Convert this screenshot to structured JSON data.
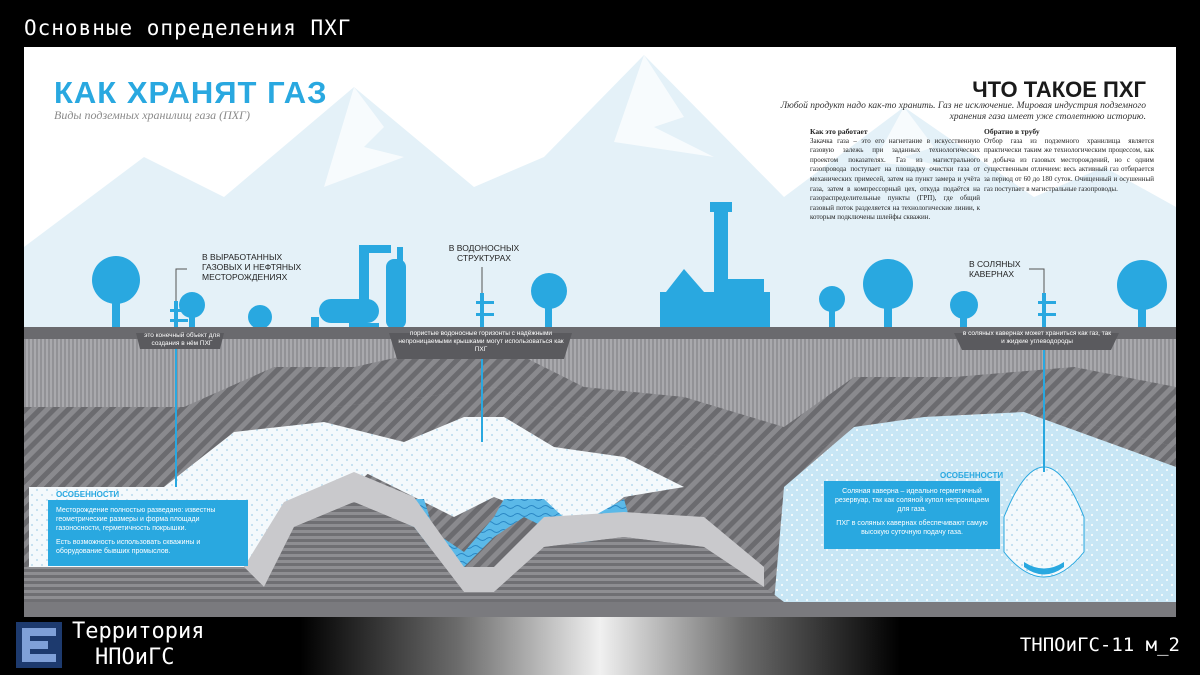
{
  "slide": {
    "title": "Основные определения ПХГ"
  },
  "infographic": {
    "title": "КАК ХРАНЯТ ГАЗ",
    "subtitle": "Виды подземных хранилищ газа (ПХГ)",
    "right_title": "ЧТО ТАКОЕ ПХГ",
    "right_lead": "Любой продукт надо как-то хранить. Газ не исключение. Мировая индустрия подземного хранения газа имеет уже столетнюю историю.",
    "col1_heading": "Как это работает",
    "col1_text": "Закачка газа – это его нагнетание в искусственную газовую залежь при заданных технологических проектом показателях. Газ из магистрального газопровода поступает на площадку очистки газа от механических примесей, затем на пункт замера и учёта газа, затем в компрессорный цех, откуда подаётся на газораспределительные пункты (ГРП), где общий газовый поток разделяется на технологические линии, к которым подключены шлейфы скважин.",
    "col2_heading": "Обратно в трубу",
    "col2_text": "Отбор газа из подземного хранилища является практически таким же технологическим процессом, как и добыча из газовых месторождений, но с одним существенным отличием: весь активный газ отбирается за период от 60 до 180 суток. Очищенный и осушенный газ поступает в магистральные газопроводы.",
    "label1": "В ВЫРАБОТАННЫХ ГАЗОВЫХ И НЕФТЯНЫХ МЕСТОРОЖДЕНИЯХ",
    "label2": "В ВОДОНОСНЫХ СТРУКТУРАХ",
    "label3": "В СОЛЯНЫХ КАВЕРНАХ",
    "desc1": "это конечный объект для создания в нём ПХГ",
    "desc2": "пористые водоносные горизонты с надёжными непроницаемыми крышками могут использоваться как ПХГ",
    "desc3": "в соляных кавернах может храниться как газ, так и жидкие углеводороды",
    "feat1_heading": "ОСОБЕННОСТИ",
    "feat1_p1": "Месторождение полностью разведано: известны геометрические размеры и форма площади газоносности, герметичность покрышки.",
    "feat1_p2": "Есть возможность использовать скважины и оборудование бывших промыслов.",
    "feat2_heading": "ОСОБЕННОСТИ",
    "feat2_p1": "Соляная каверна – идеально герметичный резервуар, так как соляной купол непроницаем для газа.",
    "feat2_p2": "ПХГ в соляных кавернах обеспечивают самую высокую суточную подачу газа."
  },
  "footer": {
    "brand_line1": "Территория",
    "brand_line2": "НПОиГС",
    "code": "ТНПОиГС-11 м_2"
  },
  "colors": {
    "accent": "#29a8e0",
    "ground": "#8f8f93",
    "mountain": "#e4f1f8"
  }
}
